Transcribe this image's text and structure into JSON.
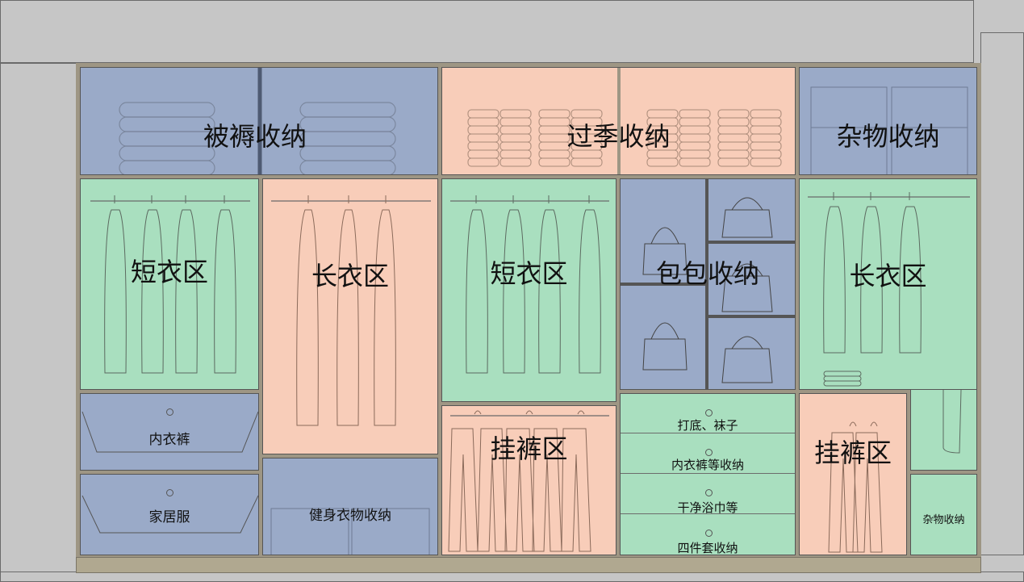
{
  "zones": {
    "quilt": "被褥收纳",
    "offseason": "过季收纳",
    "misc_top": "杂物收纳",
    "short1": "短衣区",
    "long1": "长衣区",
    "short2": "短衣区",
    "bags": "包包收纳",
    "long2": "长衣区",
    "underwear": "内衣裤",
    "homewear": "家居服",
    "fitness": "健身衣物收纳",
    "pants1": "挂裤区",
    "drawer1": "打底、袜子",
    "drawer2": "内衣裤等收纳",
    "drawer3": "干净浴巾等",
    "drawer4": "四件套收纳",
    "pants2": "挂裤区",
    "misc_small": "杂物收纳"
  },
  "colors": {
    "blue": "#9aaac8",
    "pink": "#f8cdb9",
    "green": "#a9dfbf",
    "frame": "#9e9684"
  },
  "icons": [
    "hanging-shirt-icon",
    "hanging-pants-icon",
    "handbag-icon",
    "folded-quilt-icon",
    "folded-clothes-icon",
    "storage-box-icon"
  ]
}
